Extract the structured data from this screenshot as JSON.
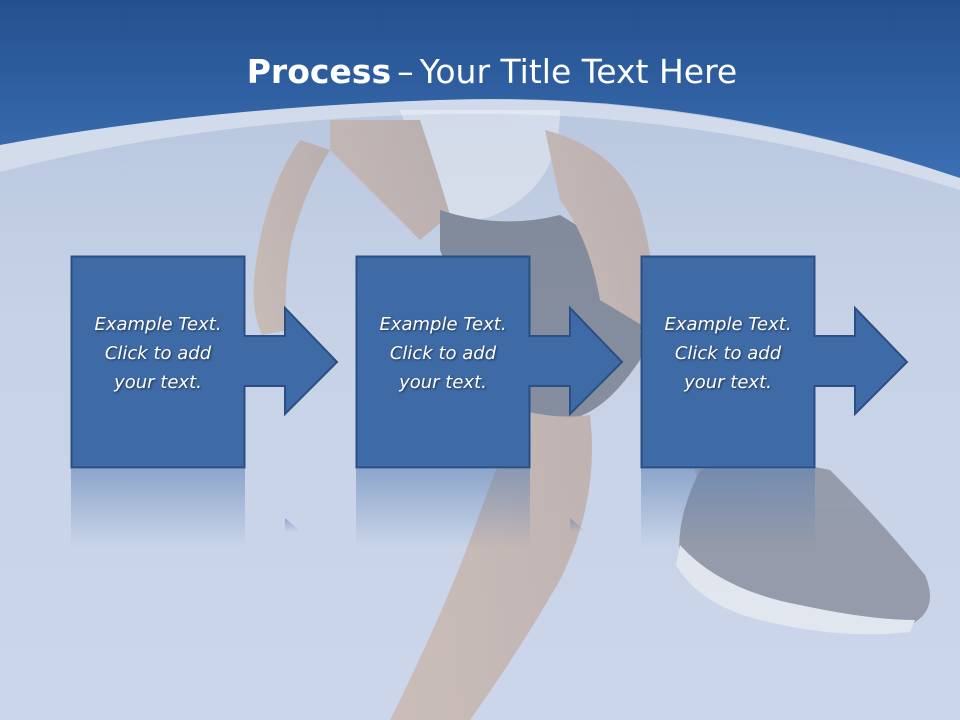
{
  "title": {
    "bold": "Process",
    "dash": "–",
    "rest": "Your Title Text Here"
  },
  "steps": [
    {
      "line1": "Example Text.",
      "line2": "Click  to add",
      "line3": "your text."
    },
    {
      "line1": "Example Text.",
      "line2": "Click  to add",
      "line3": "your text."
    },
    {
      "line1": "Example Text.",
      "line2": "Click  to add",
      "line3": "your text."
    }
  ],
  "colors": {
    "header": "#2f5f9e",
    "box_fill": "#3e6aa6",
    "box_border": "#2b4f82",
    "background": "#c7d2e6"
  },
  "icons": [
    "right-arrow-icon"
  ]
}
